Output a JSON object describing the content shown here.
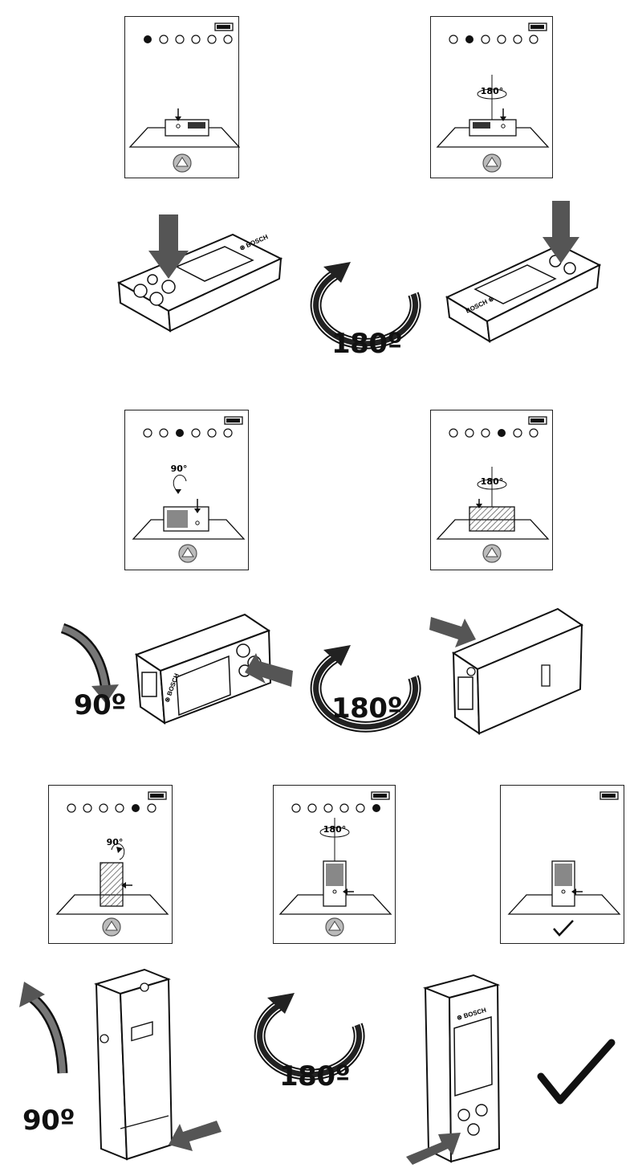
{
  "labels": {
    "rot180_a": "180º",
    "rot90_a": "90º",
    "rot180_b": "180º",
    "rot90_b": "90º",
    "rot180_c": "180º"
  },
  "screens": [
    {
      "id": "s1",
      "active_step": 1,
      "angle_label": ""
    },
    {
      "id": "s2",
      "active_step": 2,
      "angle_label": "180°"
    },
    {
      "id": "s3",
      "active_step": 3,
      "angle_label": "90°"
    },
    {
      "id": "s4",
      "active_step": 4,
      "angle_label": "180°"
    },
    {
      "id": "s5",
      "active_step": 5,
      "angle_label": "90°"
    },
    {
      "id": "s6",
      "active_step": 6,
      "angle_label": "180°"
    },
    {
      "id": "s7",
      "active_step": 0,
      "angle_label": ""
    }
  ],
  "colors": {
    "ink": "#111111",
    "gray": "#9a9a9a",
    "device_gray": "#888888"
  }
}
